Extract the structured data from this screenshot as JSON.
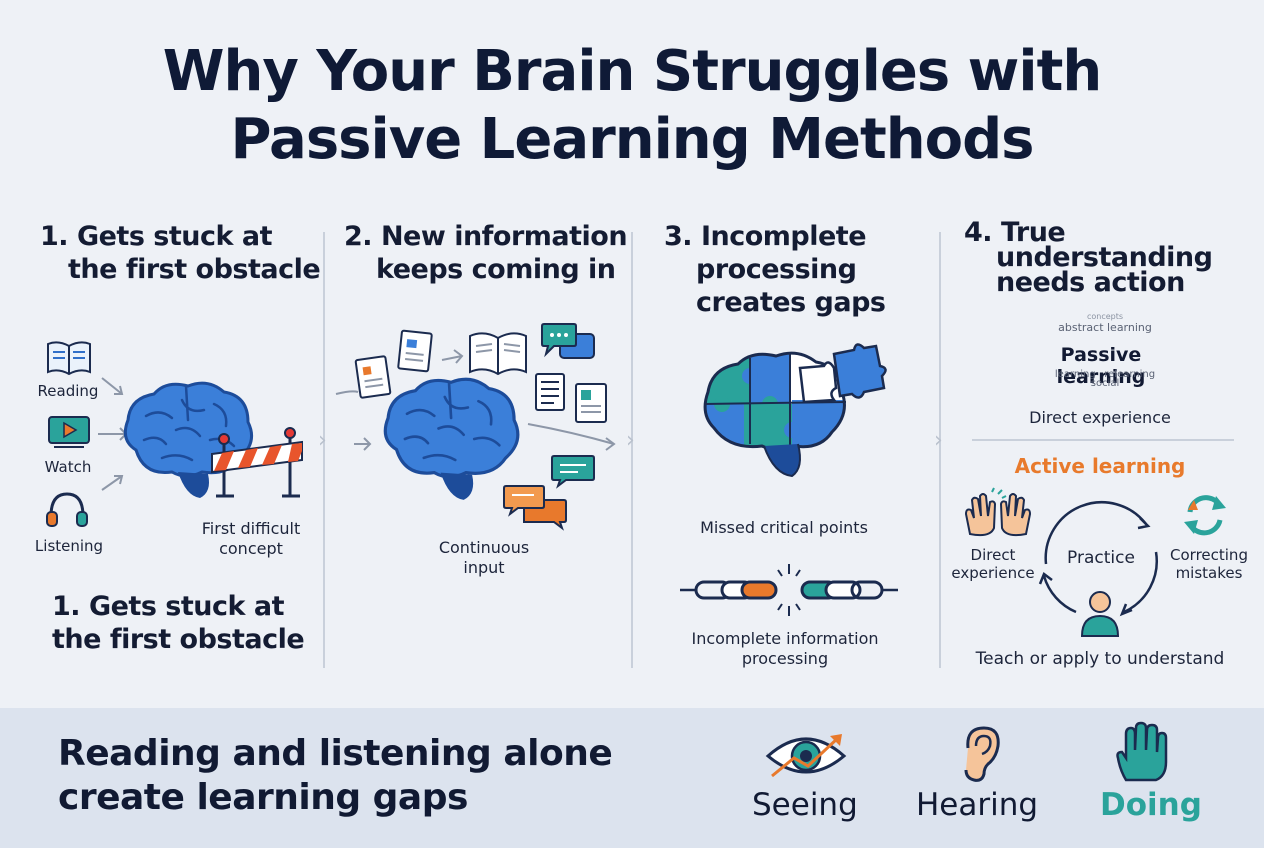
{
  "title": {
    "line1": "Why Your Brain Struggles with",
    "line2": "Passive Learning Methods"
  },
  "panel1": {
    "heading_line1": "1. Gets stuck at",
    "heading_line2": "the first obstacle",
    "inputs": [
      "Reading",
      "Watch",
      "Listening"
    ],
    "obstacle_line1": "First difficult",
    "obstacle_line2": "concept",
    "repeat_line1": "1. Gets stuck at",
    "repeat_line2": "the first obstacle"
  },
  "panel2": {
    "heading_line1": "2. New information",
    "heading_line2": "keeps coming in",
    "caption_line1": "Continuous",
    "caption_line2": "input"
  },
  "panel3": {
    "heading_line1": "3. Incomplete",
    "heading_line2": "processing",
    "heading_line3": "creates gaps",
    "missed": "Missed critical points",
    "chain_line1": "Incomplete information",
    "chain_line2": "processing"
  },
  "panel4": {
    "heading_line1": "4. True",
    "heading_line2": "understanding",
    "heading_line3": "needs action",
    "passive_label": "Passive learning",
    "cloud_words": [
      "abstract learning",
      "learning",
      "relearning",
      "social",
      "concepts"
    ],
    "direct_top": "Direct experience",
    "active_label": "Active learning",
    "cycle_center": "Practice",
    "cycle_left_line1": "Direct",
    "cycle_left_line2": "experience",
    "cycle_right_line1": "Correcting",
    "cycle_right_line2": "mistakes",
    "bottom_caption": "Teach or apply to understand"
  },
  "footer": {
    "tagline_line1": "Reading and listening alone",
    "tagline_line2": "create learning gaps",
    "senses": [
      "Seeing",
      "Hearing",
      "Doing"
    ]
  },
  "colors": {
    "brain": "#2f6fc9",
    "brain_dark": "#1d4c9a",
    "teal": "#2aa39b",
    "orange": "#e8792c",
    "navy": "#1b2b4f",
    "doing": "#2aa39b"
  }
}
